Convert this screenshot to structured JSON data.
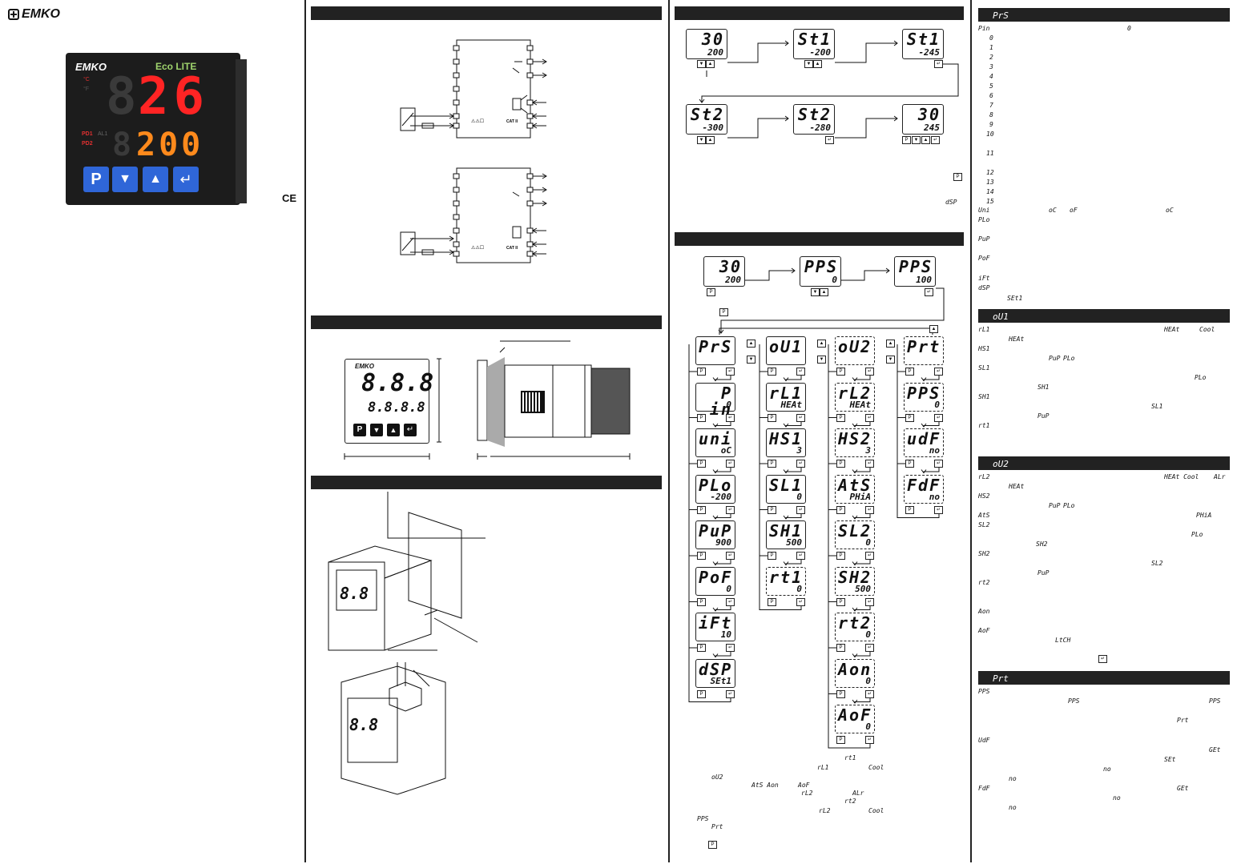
{
  "brand": {
    "name": "EMKO"
  },
  "device": {
    "model_brand": "EMKO",
    "model_series": "Eco LITE",
    "unit_c": "°C",
    "unit_f": "°F",
    "led_pd1": "PD1",
    "led_al1": "AL1",
    "led_pd2": "PD2",
    "pv": "26",
    "sv": "200",
    "key_p": "P",
    "mark_ce": "CE"
  },
  "wiring": {
    "cat1": "CAT II",
    "cat2": "CAT II"
  },
  "front": {
    "brand": "EMKO",
    "top": "8.8.8",
    "bottom": "8.8.8.8",
    "key_p": "P"
  },
  "flow1": {
    "row1": [
      {
        "t": "30",
        "b": "200"
      },
      {
        "t": "St1",
        "b": "-200"
      },
      {
        "t": "St1",
        "b": "-245"
      }
    ],
    "row2": [
      {
        "t": "St2",
        "b": "-300"
      },
      {
        "t": "St2",
        "b": "-280"
      },
      {
        "t": "30",
        "b": "245"
      }
    ],
    "hint_p": "P",
    "hint_dsp": "dSP"
  },
  "flow2": {
    "top": [
      {
        "t": "30",
        "b": "200"
      },
      {
        "t": "PPS",
        "b": "0"
      },
      {
        "t": "PPS",
        "b": "100"
      }
    ],
    "hint_p": "P",
    "menus": [
      {
        "head": "PrS",
        "items": [
          {
            "t": "P in",
            "b": "0"
          },
          {
            "t": "uni",
            "b": "oC"
          },
          {
            "t": "PLo",
            "b": "-200"
          },
          {
            "t": "PuP",
            "b": "900"
          },
          {
            "t": "PoF",
            "b": "0"
          },
          {
            "t": "iFt",
            "b": "10"
          },
          {
            "t": "dSP",
            "b": "SEt1"
          }
        ]
      },
      {
        "head": "oU1",
        "items": [
          {
            "t": "rL1",
            "b": "HEAt"
          },
          {
            "t": "HS1",
            "b": "3"
          },
          {
            "t": "SL1",
            "b": "0"
          },
          {
            "t": "SH1",
            "b": "500"
          },
          {
            "t": "rt1",
            "b": "0"
          }
        ]
      },
      {
        "head": "oU2",
        "items": [
          {
            "t": "rL2",
            "b": "HEAt"
          },
          {
            "t": "HS2",
            "b": "3"
          },
          {
            "t": "AtS",
            "b": "PHiA"
          },
          {
            "t": "SL2",
            "b": "0"
          },
          {
            "t": "SH2",
            "b": "500"
          },
          {
            "t": "rt2",
            "b": "0"
          },
          {
            "t": "Aon",
            "b": "0"
          },
          {
            "t": "AoF",
            "b": "0"
          }
        ]
      },
      {
        "head": "Prt",
        "items": [
          {
            "t": "PPS",
            "b": "0"
          },
          {
            "t": "udF",
            "b": "no"
          },
          {
            "t": "FdF",
            "b": "no"
          }
        ]
      }
    ],
    "notes": {
      "rt1": "rt1",
      "rL1": "rL1",
      "cool1": "Cool",
      "oU2": "oU2",
      "AtS": "AtS Aon",
      "AoF": "AoF",
      "rL2a": "rL2",
      "ALr": "ALr",
      "rt2": "rt2",
      "PPS": "PPS",
      "rL2b": "rL2",
      "cool2": "Cool",
      "Prt": "Prt",
      "p": "P"
    }
  },
  "params": {
    "prs_head": "PrS",
    "prs": [
      "Pin",
      "0",
      "1",
      "2",
      "3",
      "4",
      "5",
      "6",
      "7",
      "8",
      "9",
      "10",
      "11",
      "12",
      "13",
      "14",
      "15",
      "Uni",
      "PLo",
      "PuP",
      "PoF",
      "iFt",
      "dSP"
    ],
    "prs_inline": {
      "pin_val": "0",
      "uni_c": "oC",
      "uni_f": "oF",
      "uni_def": "oC",
      "dsp_val": "SEt1"
    },
    "ou1_head": "oU1",
    "ou1": [
      "rL1",
      "HS1",
      "SL1",
      "SH1",
      "rt1"
    ],
    "ou1_inline": {
      "heat1": "HEAt",
      "cool1": "Cool",
      "heat_def": "HEAt",
      "pup": "PuP",
      "plo": "PLo",
      "plo2": "PLo",
      "sh1": "SH1",
      "sl1": "SL1",
      "pup2": "PuP"
    },
    "ou2_head": "oU2",
    "ou2": [
      "rL2",
      "HS2",
      "AtS",
      "SL2",
      "SH2",
      "rt2",
      "Aon",
      "AoF"
    ],
    "ou2_inline": {
      "opts": "HEAt Cool",
      "alr": "ALr",
      "heat_def": "HEAt",
      "pup": "PuP",
      "plo": "PLo",
      "phia": "PHiA",
      "plo2": "PLo",
      "sh2": "SH2",
      "sl2": "SL2",
      "pup2": "PuP",
      "ltch": "LtCH"
    },
    "prt_head": "Prt",
    "prt": [
      "PPS",
      "UdF",
      "FdF"
    ],
    "prt_inline": {
      "pps1": "PPS",
      "pps2": "PPS",
      "prt": "Prt",
      "get": "GEt",
      "set": "SEt",
      "no1": "no",
      "no2": "no",
      "get2": "GEt",
      "no3": "no",
      "no4": "no"
    }
  }
}
